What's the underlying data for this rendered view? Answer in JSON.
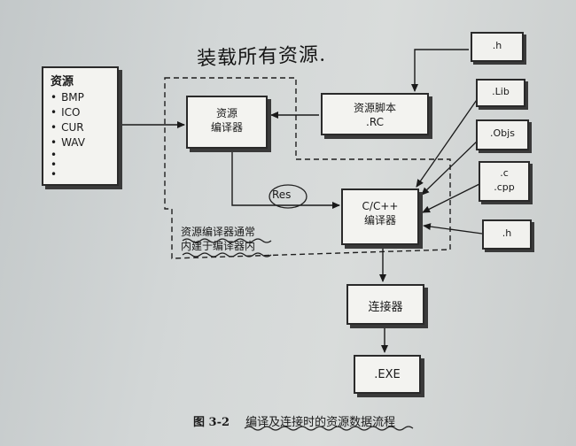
{
  "handwritten_note": "装载所有资源.",
  "resources_box": {
    "title": "资源",
    "items": [
      "BMP",
      "ICO",
      "CUR",
      "WAV"
    ],
    "ellipsis": [
      "•",
      "•",
      "•"
    ]
  },
  "resource_compiler": {
    "line1": "资源",
    "line2": "编译器"
  },
  "resource_script": {
    "line1": "资源脚本",
    "line2": ".RC"
  },
  "cpp_compiler": {
    "line1": "C/C++",
    "line2": "编译器"
  },
  "linker": {
    "label": "连接器"
  },
  "executable": {
    "label": ".EXE"
  },
  "inputs": {
    "h_top": ".h",
    "lib": ".Lib",
    "objs": ".Objs",
    "c": ".c",
    "cpp": ".cpp",
    "h_bottom": ".h"
  },
  "res_label": "Res",
  "note": {
    "line1": "资源编译器通常",
    "line2": "内建于编译器内"
  },
  "caption": {
    "figure": "图 3-2",
    "text": "编译及连接时的资源数据流程"
  }
}
